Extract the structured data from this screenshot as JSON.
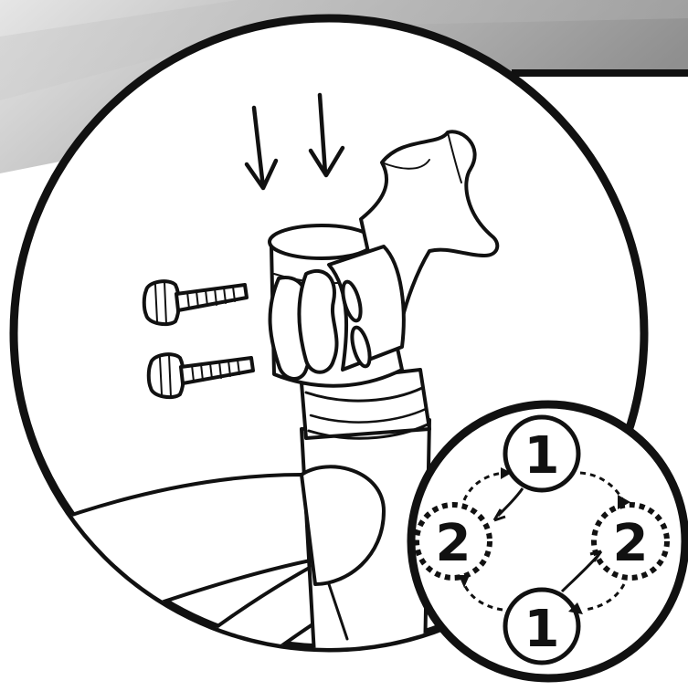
{
  "figure": {
    "kind": "assembly-instruction-illustration",
    "icons": [
      "down-arrow-icon",
      "clamp-bolt-icon",
      "seatpost-clamp-icon",
      "rotation-arrow-icon"
    ]
  },
  "detail": {
    "step_labels": {
      "top": "1",
      "bottom": "1",
      "left": "2",
      "right": "2"
    }
  },
  "colors": {
    "ink": "#111111",
    "paper": "#ffffff",
    "banner_light": "#d6d6d6",
    "banner_dark": "#9a9a9a"
  }
}
